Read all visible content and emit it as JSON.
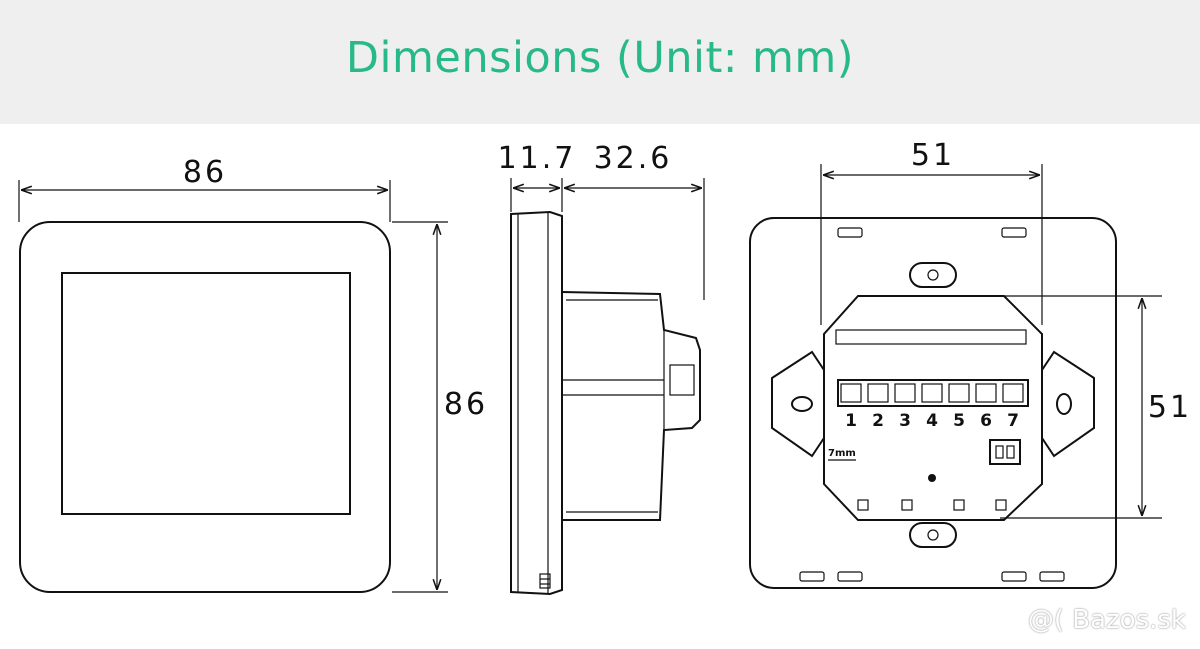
{
  "banner": {
    "title": "Dimensions (Unit: mm)",
    "background": "#efefef",
    "title_color": "#27b989"
  },
  "front_view": {
    "width_label": "86",
    "height_label": "86"
  },
  "side_view": {
    "depth_front_label": "11.7",
    "depth_back_label": "32.6"
  },
  "back_view": {
    "width_label": "51",
    "height_label": "51",
    "terminals": [
      "1",
      "2",
      "3",
      "4",
      "5",
      "6",
      "7"
    ],
    "strip_label": "7mm"
  },
  "watermark": {
    "text": "@( Bazos.sk"
  }
}
